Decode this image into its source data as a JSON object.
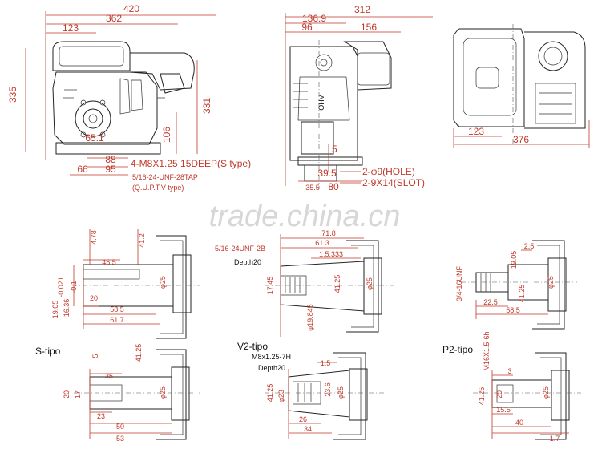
{
  "colors": {
    "dimension": "#c0392b",
    "outline": "#222222",
    "watermark": "#b8b8b8"
  },
  "watermark": "trade.china.cn",
  "front_view": {
    "dims": [
      "420",
      "362",
      "123",
      "335",
      "331",
      "106",
      "65.1",
      "88",
      "95",
      "66"
    ],
    "notes": [
      "4-M8X1.25 15DEEP(S type)",
      "5/16-24-UNF-28TAP",
      "(Q.U.P.T.V type)"
    ]
  },
  "side_view": {
    "dims": [
      "312",
      "136.9",
      "96",
      "156",
      "5",
      "39.5",
      "35.5",
      "80"
    ],
    "notes": [
      "2-φ9(HOLE)",
      "2-9X14(SLOT)"
    ],
    "engine_label": "OHV"
  },
  "top_view": {
    "dims": [
      "123",
      "376"
    ]
  },
  "shafts": {
    "shaft1": {
      "dims": [
        "4.78",
        "41.2",
        "45.5",
        "20",
        "58.5",
        "61.7",
        "φ25",
        "19.05",
        "16.36"
      ],
      "tol": [
        "-0.021",
        "-0.1"
      ]
    },
    "shaft2": {
      "labels": [
        "5/16-24UNF-2B",
        "Depth20"
      ],
      "dims": [
        "71.8",
        "61.3",
        "1:5.333",
        "17.45",
        "41.25",
        "φ25",
        "φ19.845"
      ]
    },
    "shaft3": {
      "labels": [
        "3/4-16UNF"
      ],
      "dims": [
        "2.5",
        "19.05",
        "φ25",
        "41.25",
        "22.5",
        "58.5"
      ]
    },
    "s_tipo": {
      "title": "S-tipo",
      "dims": [
        "5",
        "35",
        "41.25",
        "20",
        "17",
        "φ25",
        "23",
        "50",
        "53"
      ]
    },
    "v2_tipo": {
      "title": "V2-tipo",
      "labels": [
        "M8x1.25-7H",
        "Depth20"
      ],
      "dims": [
        "1.5",
        "41.25",
        "φ23",
        "23.6",
        "φ25",
        "26",
        "34"
      ]
    },
    "p2_tipo": {
      "title": "P2-tipo",
      "labels": [
        "M16X1.5-6h"
      ],
      "dims": [
        "3",
        "41.25",
        "20",
        "φ25",
        "15.5",
        "40",
        "1.7"
      ]
    }
  }
}
